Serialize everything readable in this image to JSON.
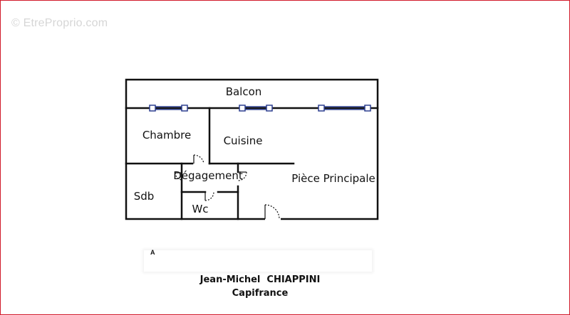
{
  "watermark": "© EtreProprio.com",
  "rooms": {
    "balcon": "Balcon",
    "chambre": "Chambre",
    "cuisine": "Cuisine",
    "degagement": "Dégagement",
    "piece_principale": "Pièce Principale",
    "sdb": "Sdb",
    "wc": "Wc"
  },
  "caption": {
    "letter": "A",
    "author": "Jean-Michel  CHIAPPINI",
    "company": "Capifrance"
  },
  "colors": {
    "frame_border": "#d11a2a",
    "wall": "#111111",
    "window": "#2c3e8f",
    "watermark": "#d6d6d6"
  }
}
